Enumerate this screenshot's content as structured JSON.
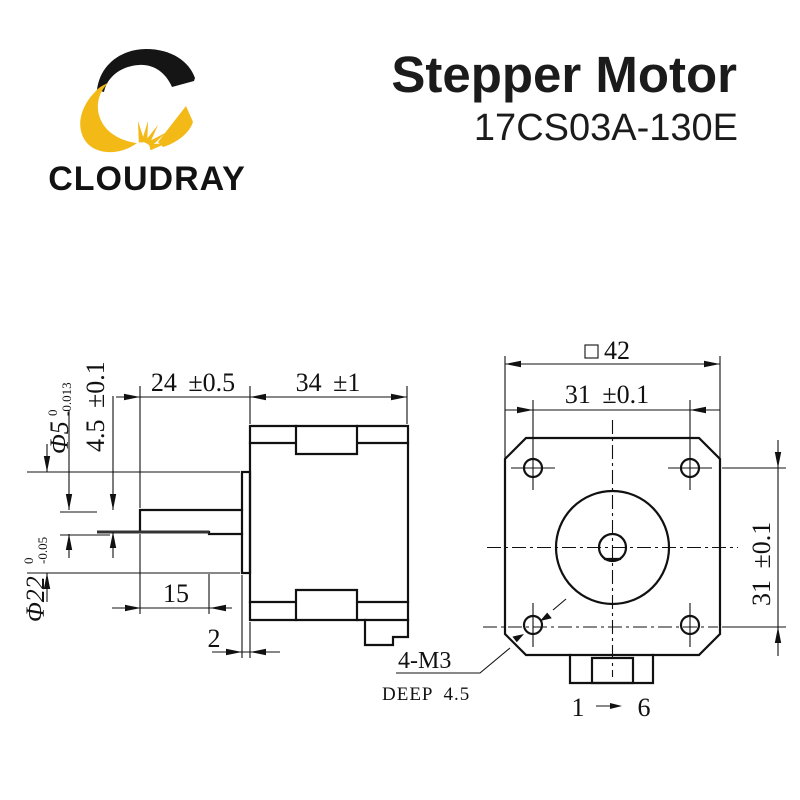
{
  "brand": {
    "name": "CLOUDRAY"
  },
  "title": {
    "product": "Stepper Motor",
    "model": "17CS03A-130E"
  },
  "colors": {
    "brand_yellow": "#F2B917",
    "ink": "#111111"
  },
  "side_view": {
    "shaft_length": "24 ±0.5",
    "body_length": "34 ±1",
    "shaft_flat_length": "15",
    "boss_width": "2",
    "shaft_flat_height": "4.5 ±0.1",
    "shaft_diameter": {
      "label": "Φ5",
      "tol_upper": "0",
      "tol_lower": "-0.013"
    },
    "boss_diameter": {
      "label": "Φ22",
      "tol_upper": "0",
      "tol_lower": "-0.05"
    }
  },
  "front_view": {
    "flange_size": "42",
    "hole_spacing_horizontal": "31 ±0.1",
    "hole_spacing_vertical": "31 ±0.1",
    "mounting_holes": "4-M3",
    "hole_depth": "DEEP 4.5",
    "pin_from": "1",
    "pin_to": "6"
  }
}
